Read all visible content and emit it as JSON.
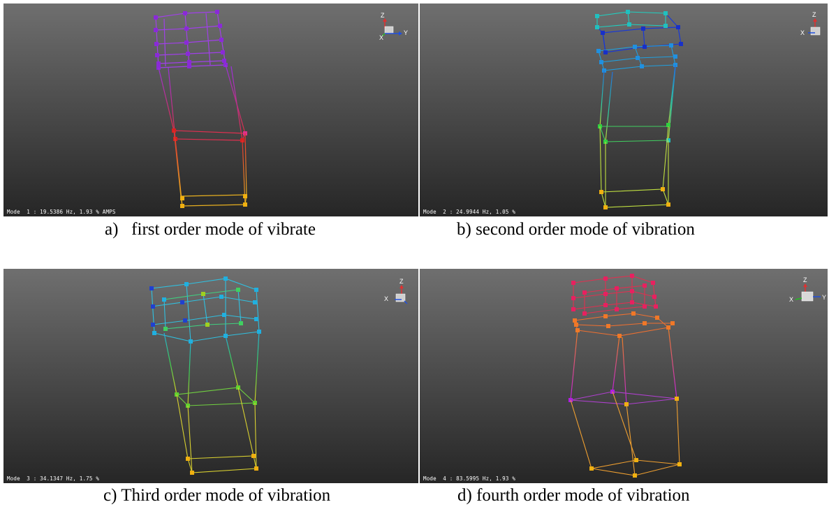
{
  "panels": [
    {
      "mode_text": "Mode  1 : 19.5386 Hz, 1.93 % AMPS",
      "caption": "a)   first order mode of vibrate",
      "triad": {
        "up": "Z",
        "right": "Y",
        "left": "X"
      }
    },
    {
      "mode_text": "Mode  2 : 24.9944 Hz, 1.05 %",
      "caption": "b) second order mode of vibration",
      "triad": {
        "up": "Z",
        "right": "",
        "left": "X"
      }
    },
    {
      "mode_text": "Mode  3 : 34.1347 Hz, 1.75 %",
      "caption": "c) Third order mode of vibration",
      "triad": {
        "up": "Z",
        "right": "",
        "left": "X"
      }
    },
    {
      "mode_text": "Mode  4 : 83.5995 Hz, 1.93 %",
      "caption": "d) fourth order mode of vibration",
      "triad": {
        "up": "Z",
        "right": "Y",
        "left": "X"
      }
    }
  ]
}
